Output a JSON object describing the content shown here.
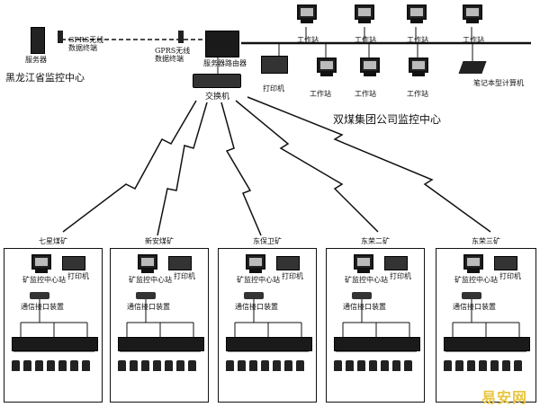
{
  "top": {
    "server_label": "服务器",
    "gprs_left": "GPRS无线数据终端",
    "gprs_right": "GPRS无线数据终端",
    "heilongjiang_center": "黑龙江省监控中心",
    "server_router": "服务器路由器",
    "switch_label": "交换机",
    "printer_label": "打印机",
    "workstation": "工作站",
    "laptop_label": "笔记本型计算机",
    "group_center": "双煤集团公司监控中心"
  },
  "mines": [
    {
      "name": "七星煤矿",
      "center": "矿监控中心站",
      "printer": "打印机",
      "comm": "通信接口装置"
    },
    {
      "name": "新安煤矿",
      "center": "矿监控中心站",
      "printer": "打印机",
      "comm": "通信接口装置"
    },
    {
      "name": "东保卫矿",
      "center": "矿监控中心站",
      "printer": "打印机",
      "comm": "通信接口装置"
    },
    {
      "name": "东荣二矿",
      "center": "矿监控中心站",
      "printer": "打印机",
      "comm": "通信接口装置"
    },
    {
      "name": "东荣三矿",
      "center": "矿监控中心站",
      "printer": "打印机",
      "comm": "通信接口装置"
    }
  ],
  "watermark": "易安网"
}
